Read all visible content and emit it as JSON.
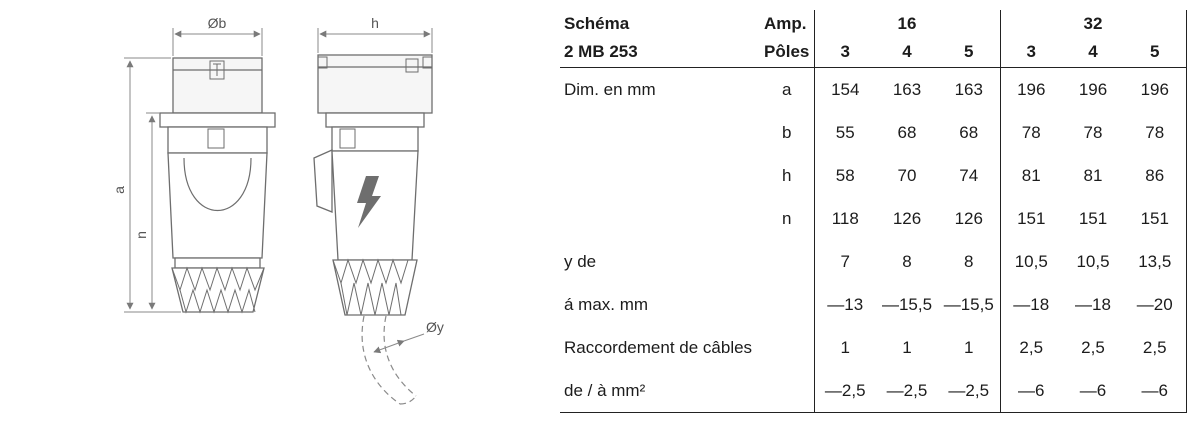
{
  "diagram": {
    "labels": {
      "dia_b": "Øb",
      "h": "h",
      "a": "a",
      "n": "n",
      "dia_y": "Øy"
    }
  },
  "table": {
    "header": {
      "schema_label": "Schéma",
      "schema_value": "2 MB 253",
      "amp_label": "Amp.",
      "poles_label": "Pôles",
      "amp_groups": [
        {
          "amp": "16",
          "poles": [
            "3",
            "4",
            "5"
          ]
        },
        {
          "amp": "32",
          "poles": [
            "3",
            "4",
            "5"
          ]
        }
      ]
    },
    "rows": [
      {
        "label": "Dim. en mm",
        "sub": "a",
        "values": [
          "154",
          "163",
          "163",
          "196",
          "196",
          "196"
        ]
      },
      {
        "label": "",
        "sub": "b",
        "values": [
          "55",
          "68",
          "68",
          "78",
          "78",
          "78"
        ]
      },
      {
        "label": "",
        "sub": "h",
        "values": [
          "58",
          "70",
          "74",
          "81",
          "81",
          "86"
        ]
      },
      {
        "label": "",
        "sub": "n",
        "values": [
          "118",
          "126",
          "126",
          "151",
          "151",
          "151"
        ]
      },
      {
        "label": "y de",
        "sub": "",
        "values": [
          "7",
          "8",
          "8",
          "10,5",
          "10,5",
          "13,5"
        ]
      },
      {
        "label": "á max. mm",
        "sub": "",
        "values": [
          "—13",
          "—15,5",
          "—15,5",
          "—18",
          "—18",
          "—20"
        ]
      },
      {
        "label": "Raccordement de câbles",
        "sub": "",
        "values": [
          "1",
          "1",
          "1",
          "2,5",
          "2,5",
          "2,5"
        ]
      },
      {
        "label": "de / à mm²",
        "sub": "",
        "values": [
          "—2,5",
          "—2,5",
          "—2,5",
          "—6",
          "—6",
          "—6"
        ]
      }
    ]
  }
}
